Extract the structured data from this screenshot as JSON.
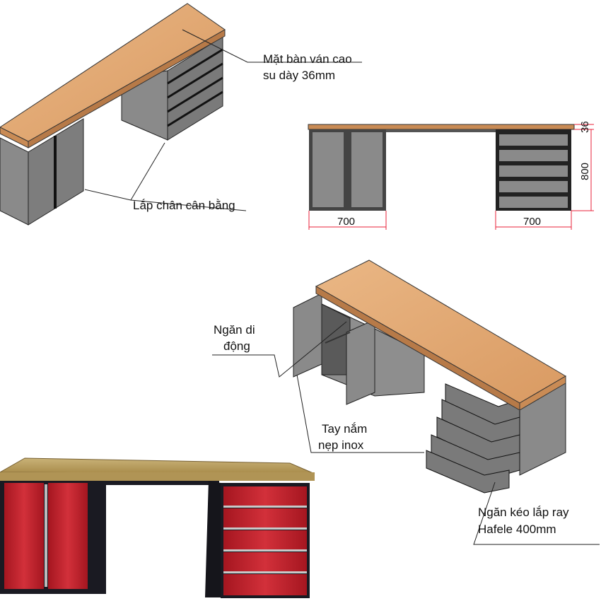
{
  "callouts": {
    "top": [
      "Mặt bàn ván cao",
      "su dày 36mm"
    ],
    "feet": "Lắp chân cân bằng",
    "shelf": [
      "Ngăn di",
      "động"
    ],
    "handle": [
      "Tay nắm",
      "nẹp inox"
    ],
    "drawer": [
      "Ngăn kéo lắp ray",
      "Hafele 400mm"
    ]
  },
  "dimensions": {
    "left_width": "700",
    "right_width": "700",
    "height": "800",
    "top_thickness": "36"
  },
  "colors": {
    "wood": "#e2a772",
    "metal_gray": "#8c8c8c",
    "dim_red": "#e8213a",
    "cabinet_red": "#c4222e"
  }
}
